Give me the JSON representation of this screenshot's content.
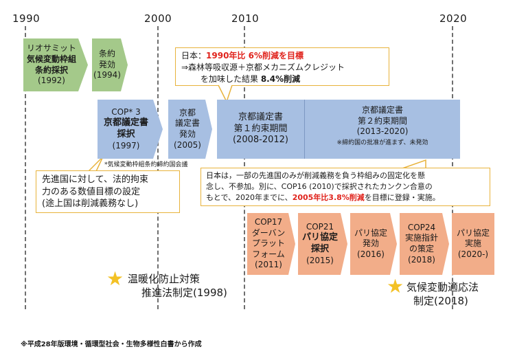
{
  "years": [
    "1990",
    "2000",
    "2010",
    "2020"
  ],
  "top_events": [
    {
      "lines": [
        "リオサミット",
        "気候変動枠組",
        "条約採択",
        "(1992)"
      ]
    },
    {
      "lines": [
        "条約",
        "発効",
        "(1994)"
      ]
    }
  ],
  "japan_target_callout": {
    "prefix": "日本：",
    "highlight": "1990年比 6%削減を目標",
    "line2": "⇒森林等吸収源＋京都メカニズムクレジット",
    "line3_pre": "を加味した結果 ",
    "line3_bold": "8.4%削減"
  },
  "kyoto_events": [
    {
      "lines": [
        "COP* 3",
        "京都議定書",
        "採択",
        "(1997)"
      ]
    },
    {
      "lines": [
        "京都",
        "議定書",
        "発効",
        "(2005)"
      ]
    },
    {
      "lines": [
        "京都議定書",
        "第１約束期間",
        "(2008-2012)"
      ]
    },
    {
      "lines": [
        "京都議定書",
        "第２約束期間",
        "(2013-2020)"
      ],
      "note": "※締約国の批准が進まず、未発効"
    }
  ],
  "cop_footnote": "*気候変動枠組条約締約国会議",
  "developed_callout": [
    "先進国に対して、法的拘束",
    "力のある数値目標の設定",
    "(途上国は削減義務なし)"
  ],
  "japan_second_callout": {
    "line1": "日本は，一部の先進国のみが削減義務を負う枠組みの固定化を懸",
    "line2": "念し、不参加。別に、COP16 (2010)で採択されたカンクン合意の",
    "line3_pre": "もとで、2020年までに、",
    "line3_red": "2005年比3.8%削減",
    "line3_post": "を目標に登録・実施。"
  },
  "paris_events": [
    {
      "lines": [
        "COP17",
        "ダーバン",
        "プラット",
        "フォーム",
        "(2011)"
      ]
    },
    {
      "lines": [
        "COP21",
        "パリ協定",
        "採択",
        "(2015)"
      ]
    },
    {
      "lines": [
        "パリ協定",
        "発効",
        "(2016)"
      ]
    },
    {
      "lines": [
        "COP24",
        "実施指針",
        "の策定",
        "(2018)"
      ]
    },
    {
      "lines": [
        "パリ協定",
        "実施",
        "(2020-)"
      ]
    }
  ],
  "laws": [
    {
      "lines": [
        "温暖化防止対策",
        "推進法制定(1998)"
      ]
    },
    {
      "lines": [
        "気候変動適応法",
        "制定(2018)"
      ]
    }
  ],
  "source_note": "※平成28年版環境・循環型社会・生物多様性白書から作成",
  "colors": {
    "green": "#a4c98a",
    "blue": "#a7bfe2",
    "orange": "#f2ad89",
    "callout_border": "#e8b23a",
    "red": "#e0231c",
    "star": "#f3c125"
  },
  "icons": [
    "star-icon"
  ]
}
